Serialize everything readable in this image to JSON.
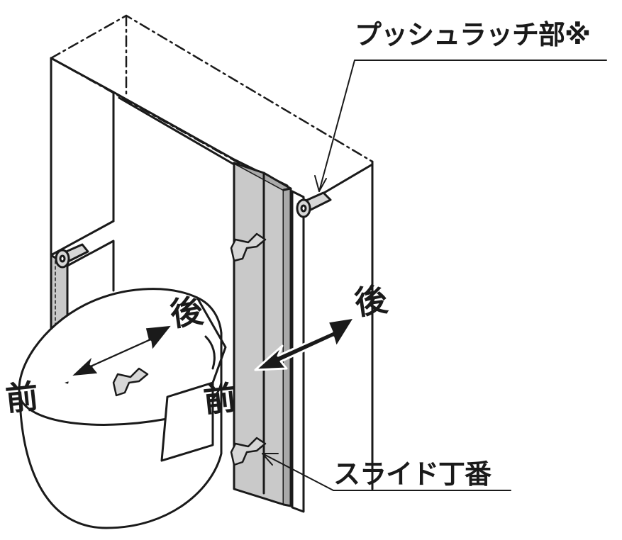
{
  "labels": {
    "push_latch": "プッシュラッチ部※",
    "slide_hinge": "スライド丁番",
    "back": "後",
    "front": "前"
  },
  "colors": {
    "line": "#1a1a1a",
    "panel_gray": "#c9c9c9",
    "panel_gray_dark": "#a9a9a9",
    "fixture_gray": "#d7d7d7"
  }
}
